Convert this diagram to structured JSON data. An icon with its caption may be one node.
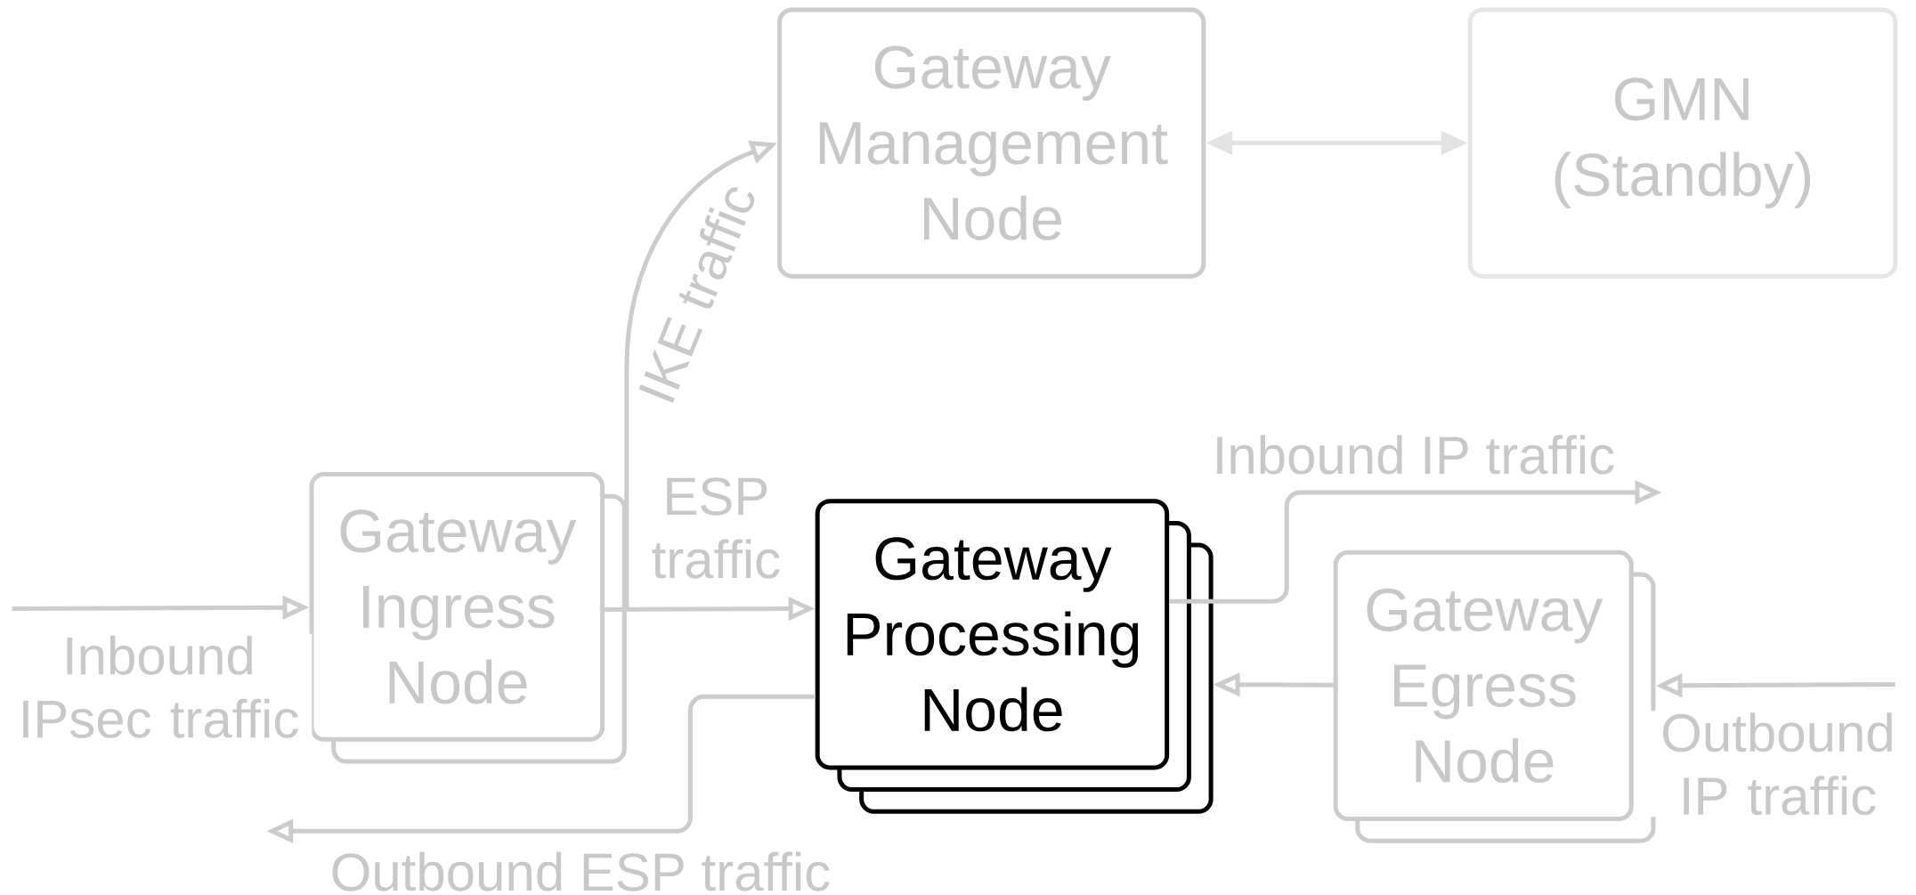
{
  "diagram": {
    "nodes": [
      {
        "text": [
          "Gateway Management Node"
        ]
      },
      {
        "text": [
          "GMN (Standby)"
        ]
      },
      {
        "text": [
          "Gateway Ingress Node"
        ]
      },
      {
        "text": [
          "Gateway Processing Node"
        ]
      },
      {
        "text": [
          "Gateway Egress Node"
        ]
      }
    ],
    "edges": [
      {
        "from": null,
        "to": 2,
        "arrow": "to",
        "label": "Inbound IPsec traffic"
      },
      {
        "from": 2,
        "to": 0,
        "arrow": "to",
        "label": "IKE traffic"
      },
      {
        "from": 2,
        "to": 3,
        "arrow": "to",
        "label": "ESP traffic"
      },
      {
        "from": 0,
        "to": 1,
        "arrow": "both",
        "color": "#e3e3e3"
      },
      {
        "from": 3,
        "to": null,
        "arrow": "to",
        "label": "Inbound IP traffic"
      },
      {
        "from": 4,
        "to": 3,
        "arrow": "to"
      },
      {
        "from": null,
        "to": 4,
        "arrow": "to",
        "label": "Outbound IP traffic"
      },
      {
        "from": 3,
        "to": null,
        "arrow": "to",
        "label": "Outbound ESP traffic"
      }
    ]
  }
}
